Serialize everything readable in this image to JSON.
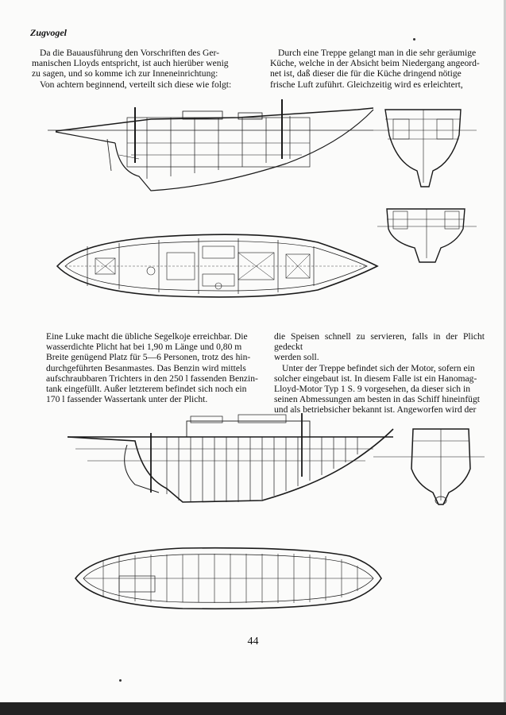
{
  "header": {
    "title": "Zugvogel"
  },
  "top_left": [
    "Da die Bauausführung den Vorschriften des Ger-",
    "manischen Lloyds entspricht, ist auch hierüber wenig",
    "zu sagen, und so komme ich zur Inneneinrichtung:",
    "Von achtern beginnend, verteilt sich diese wie folgt:"
  ],
  "top_right": [
    "Durch eine Treppe gelangt man in die sehr geräumige",
    "Küche, welche in der Absicht beim Niedergang angeord-",
    "net ist, daß dieser die für die Küche dringend nötige",
    "frische Luft zuführt. Gleichzeitig wird es erleichtert,"
  ],
  "mid_left": [
    "Eine Luke macht die übliche Segelkoje erreichbar. Die",
    "wasserdichte Plicht hat bei 1,90 m Länge und 0,80 m",
    "Breite genügend Platz für 5—6 Personen, trotz des hin-",
    "durchgeführten Besanmastes. Das Benzin wird mittels",
    "aufschraubbaren Trichters in den 250 l fassenden Benzin-",
    "tank eingefüllt. Außer letzterem befindet sich noch ein",
    "170 l fassender Wassertank unter der Plicht."
  ],
  "mid_right": [
    "die Speisen schnell zu servieren, falls in der Plicht gedeckt",
    "werden soll.",
    "Unter der Treppe befindet sich der Motor, sofern ein",
    "solcher eingebaut ist. In diesem Falle ist ein Hanomag-",
    "Lloyd-Motor Typ 1 S. 9 vorgesehen, da dieser sich in",
    "seinen Abmessungen am besten in das Schiff hineinfügt",
    "und als betriebsicher bekannt ist. Angeworfen wird der"
  ],
  "page_number": "44"
}
